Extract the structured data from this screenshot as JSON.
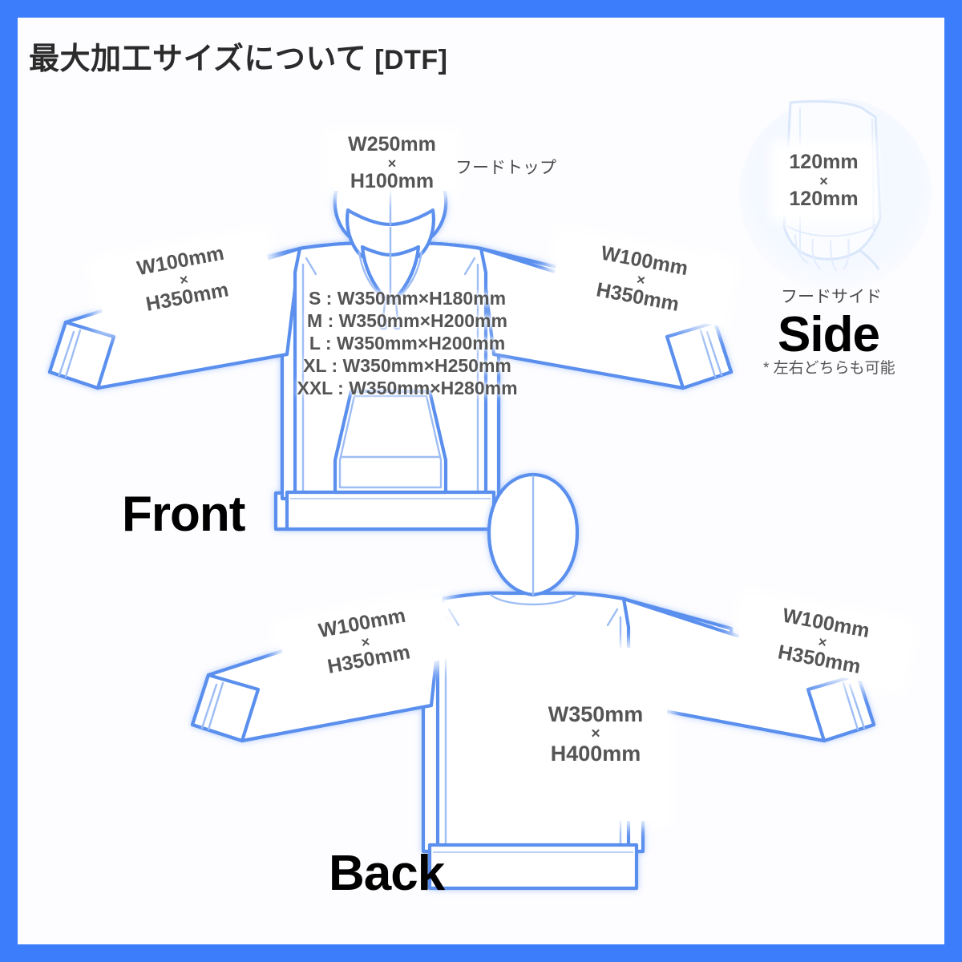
{
  "page": {
    "title": "最大加工サイズについて",
    "title_tag": "[DTF]",
    "border_color": "#3b7dfb",
    "background_color": "#fdfdff",
    "line_color": "#5b8fee",
    "text_color": "#555555"
  },
  "front": {
    "view_label": "Front",
    "hood_top": {
      "caption": "フードトップ",
      "width": "W250mm",
      "times": "×",
      "height": "H100mm"
    },
    "sleeve_left": {
      "width": "W100mm",
      "times": "×",
      "height": "H350mm"
    },
    "sleeve_right": {
      "width": "W100mm",
      "times": "×",
      "height": "H350mm"
    },
    "chest_sizes": [
      "S : W350mm×H180mm",
      "M : W350mm×H200mm",
      "L : W350mm×H200mm",
      "XL : W350mm×H250mm",
      "XXL : W350mm×H280mm"
    ]
  },
  "back": {
    "view_label": "Back",
    "panel": {
      "width": "W350mm",
      "times": "×",
      "height": "H400mm"
    },
    "sleeve_left": {
      "width": "W100mm",
      "times": "×",
      "height": "H350mm"
    },
    "sleeve_right": {
      "width": "W100mm",
      "times": "×",
      "height": "H350mm"
    }
  },
  "side": {
    "view_label": "Side",
    "caption": "フードサイド",
    "note": "* 左右どちらも可能",
    "size": {
      "width": "120mm",
      "times": "×",
      "height": "120mm"
    }
  }
}
